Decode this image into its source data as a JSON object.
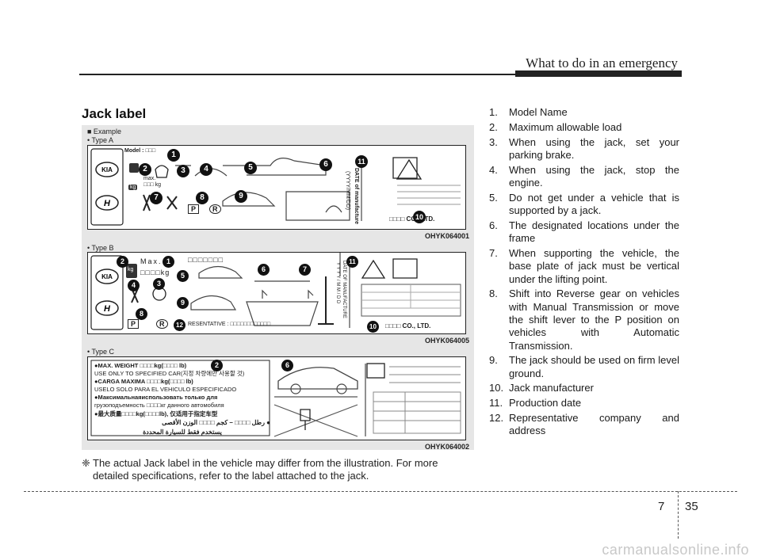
{
  "header": {
    "title": "What to do in an emergency"
  },
  "section": {
    "title": "Jack label"
  },
  "example": {
    "heading": "■ Example",
    "types": [
      {
        "label": "• Type A",
        "code": "OHYK064001",
        "model_text": "Model : □□□",
        "max_text": "max.",
        "kg_text": "□□□ kg",
        "date_text": "DATE of manufacture",
        "date_fmt": "(YYYY/MM/DD)",
        "company": "□□□□ CO., LTD."
      },
      {
        "label": "• Type B",
        "code": "OHYK064005",
        "max_text": "Max.",
        "kg_text": "□□□□kg",
        "boxes_text": "□□□□□□□",
        "rep_text": "RESENTATIVE : □□□□□□□□□□□□",
        "company": "□□□□ CO., LTD.",
        "mfr_text": "DATE OF MANUFACTURE",
        "mfr_fmt": "Y Y Y Y / M M / D D"
      },
      {
        "label": "• Type C",
        "code": "OHYK064002",
        "lines": [
          "●MAX. WEIGHT □□□□kg(□□□□ lb)",
          "USE ONLY TO SPECIFIED CAR(지정 차량에만 사용할 것)",
          "●CARGA MAXIMA □□□□kg(□□□□ lb)",
          "USELO SOLO PARA EL VEHICULO ESPECIFICADO",
          "●Максимальнаяиспользовать только для",
          "грузоподъемность □□□□кг данного автомобиля",
          "●最大质量□□□□kg(□□□□lb), 仅适用于指定车型",
          "● رطل □□□□ – كجم □□□□ الوزن الأقصى",
          "يستخدم فقط للسيارة المحددة"
        ]
      }
    ],
    "badge_kg": "kg",
    "badge_p": "P",
    "badge_r": "R",
    "badge_numbers": [
      "1",
      "2",
      "3",
      "4",
      "5",
      "6",
      "7",
      "8",
      "9",
      "10",
      "11",
      "12"
    ]
  },
  "note": {
    "mark": "❈",
    "text": "The actual Jack label in the vehicle may differ from the illustration. For more detailed specifications, refer to the label attached to the jack."
  },
  "list": [
    {
      "num": "1.",
      "text": "Model Name"
    },
    {
      "num": "2.",
      "text": "Maximum allowable load"
    },
    {
      "num": "3.",
      "text": "When using the jack, set your parking brake."
    },
    {
      "num": "4.",
      "text": "When using the jack, stop the engine."
    },
    {
      "num": "5.",
      "text": "Do not get under a vehicle that is supported by a jack."
    },
    {
      "num": "6.",
      "text": "The designated locations under the frame"
    },
    {
      "num": "7.",
      "text": "When supporting the vehicle, the base plate of jack must be vertical under the lifting point."
    },
    {
      "num": "8.",
      "text": "Shift into Reverse gear on vehicles with Manual Transmission or move the shift lever to the P position on vehicles with Automatic Transmission."
    },
    {
      "num": "9.",
      "text": "The jack should be used on firm level ground."
    },
    {
      "num": "10.",
      "text": "Jack manufacturer"
    },
    {
      "num": "11.",
      "text": "Production date"
    },
    {
      "num": "12.",
      "text": "Representative company and address"
    }
  ],
  "footer": {
    "chapter": "7",
    "page": "35",
    "watermark": "carmanualsonline.info"
  },
  "colors": {
    "ink": "#1a1a1a",
    "panel": "#e6e6e6",
    "watermark": "#c8c8c8"
  }
}
